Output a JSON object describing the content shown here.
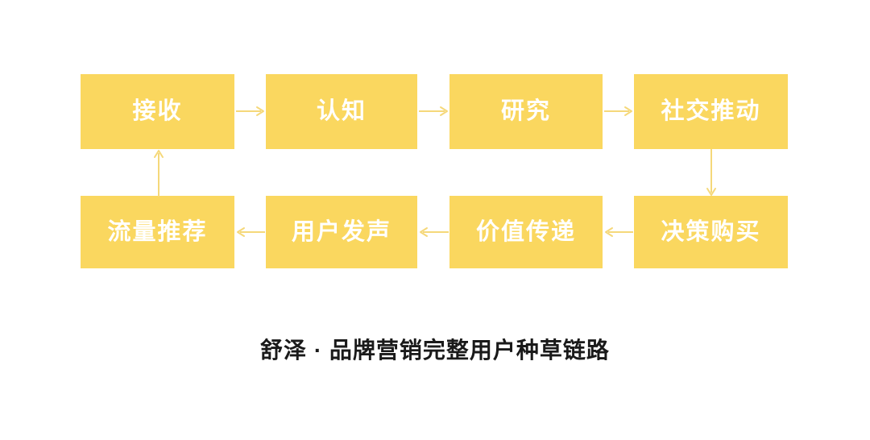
{
  "diagram": {
    "type": "flow-cycle",
    "caption": "舒泽 · 品牌营销完整用户种草链路",
    "colors": {
      "box_fill": "#FAD75F",
      "box_label": "#FFFFFF",
      "arrow": "#F5D87A",
      "caption_text": "#1A1A1A",
      "background": "#FFFFFF"
    },
    "top_row": [
      {
        "label": "接收"
      },
      {
        "label": "认知"
      },
      {
        "label": "研究"
      },
      {
        "label": "社交推动"
      }
    ],
    "bottom_row": [
      {
        "label": "流量推荐"
      },
      {
        "label": "用户发声"
      },
      {
        "label": "价值传递"
      },
      {
        "label": "决策购买"
      }
    ],
    "connectors": [
      {
        "name": "arrow-receive-to-cognition",
        "direction": "right"
      },
      {
        "name": "arrow-cognition-to-research",
        "direction": "right"
      },
      {
        "name": "arrow-research-to-social",
        "direction": "right"
      },
      {
        "name": "arrow-social-to-decision",
        "direction": "down"
      },
      {
        "name": "arrow-decision-to-value",
        "direction": "left"
      },
      {
        "name": "arrow-value-to-voice",
        "direction": "left"
      },
      {
        "name": "arrow-voice-to-traffic",
        "direction": "left"
      },
      {
        "name": "arrow-traffic-to-receive",
        "direction": "up"
      }
    ]
  }
}
